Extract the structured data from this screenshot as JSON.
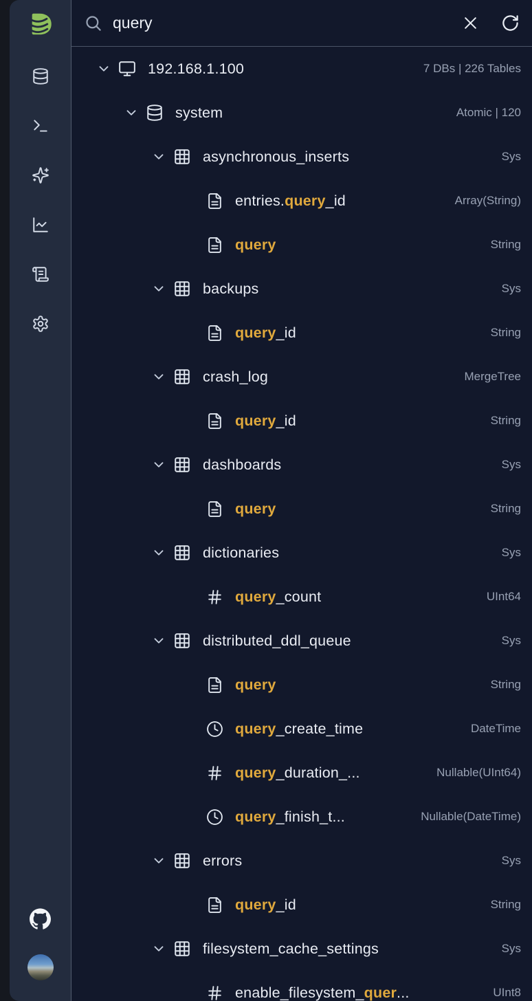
{
  "colors": {
    "content_bg": "#12182b",
    "sidebar_bg": "#232c3e",
    "divider": "#4a5366",
    "text": "#e9ecf3",
    "muted_text": "#98a1b3",
    "highlight": "#e0a93d",
    "logo_green": "#8fc15c"
  },
  "sidebar": {
    "logo": {
      "icon": "app-logo"
    },
    "items": [
      {
        "icon": "database",
        "name": "databases"
      },
      {
        "icon": "terminal",
        "name": "sql-console"
      },
      {
        "icon": "sparkles",
        "name": "ai-assistant"
      },
      {
        "icon": "line-chart",
        "name": "metrics"
      },
      {
        "icon": "scroll-text",
        "name": "logs"
      },
      {
        "icon": "settings",
        "name": "settings"
      }
    ],
    "footer": {
      "github_icon": "github",
      "avatar": "user-avatar"
    }
  },
  "search": {
    "value": "query",
    "search_icon": "search",
    "clear_icon": "x",
    "refresh_icon": "rotate-cw"
  },
  "tree": {
    "rows": [
      {
        "level": 0,
        "icon": "monitor",
        "chevron": true,
        "segments": [
          {
            "t": "192.168.1.100"
          }
        ],
        "meta": "7 DBs | 226 Tables"
      },
      {
        "level": 1,
        "icon": "database",
        "chevron": true,
        "segments": [
          {
            "t": "system"
          }
        ],
        "meta": "Atomic | 120"
      },
      {
        "level": 2,
        "icon": "table",
        "chevron": true,
        "segments": [
          {
            "t": "asynchronous_inserts"
          }
        ],
        "meta": "Sys"
      },
      {
        "level": 3,
        "icon": "file-text",
        "chevron": false,
        "segments": [
          {
            "t": "entries."
          },
          {
            "t": "query",
            "h": true
          },
          {
            "t": "_id"
          }
        ],
        "meta": "Array(String)"
      },
      {
        "level": 3,
        "icon": "file-text",
        "chevron": false,
        "segments": [
          {
            "t": "query",
            "h": true
          }
        ],
        "meta": "String"
      },
      {
        "level": 2,
        "icon": "table",
        "chevron": true,
        "segments": [
          {
            "t": "backups"
          }
        ],
        "meta": "Sys"
      },
      {
        "level": 3,
        "icon": "file-text",
        "chevron": false,
        "segments": [
          {
            "t": "query",
            "h": true
          },
          {
            "t": "_id"
          }
        ],
        "meta": "String"
      },
      {
        "level": 2,
        "icon": "table",
        "chevron": true,
        "segments": [
          {
            "t": "crash_log"
          }
        ],
        "meta": "MergeTree"
      },
      {
        "level": 3,
        "icon": "file-text",
        "chevron": false,
        "segments": [
          {
            "t": "query",
            "h": true
          },
          {
            "t": "_id"
          }
        ],
        "meta": "String"
      },
      {
        "level": 2,
        "icon": "table",
        "chevron": true,
        "segments": [
          {
            "t": "dashboards"
          }
        ],
        "meta": "Sys"
      },
      {
        "level": 3,
        "icon": "file-text",
        "chevron": false,
        "segments": [
          {
            "t": "query",
            "h": true
          }
        ],
        "meta": "String"
      },
      {
        "level": 2,
        "icon": "table",
        "chevron": true,
        "segments": [
          {
            "t": "dictionaries"
          }
        ],
        "meta": "Sys"
      },
      {
        "level": 3,
        "icon": "hash",
        "chevron": false,
        "segments": [
          {
            "t": "query",
            "h": true
          },
          {
            "t": "_count"
          }
        ],
        "meta": "UInt64"
      },
      {
        "level": 2,
        "icon": "table",
        "chevron": true,
        "segments": [
          {
            "t": "distributed_ddl_queue"
          }
        ],
        "meta": "Sys"
      },
      {
        "level": 3,
        "icon": "file-text",
        "chevron": false,
        "segments": [
          {
            "t": "query",
            "h": true
          }
        ],
        "meta": "String"
      },
      {
        "level": 3,
        "icon": "clock",
        "chevron": false,
        "segments": [
          {
            "t": "query",
            "h": true
          },
          {
            "t": "_create_time"
          }
        ],
        "meta": "DateTime"
      },
      {
        "level": 3,
        "icon": "hash",
        "chevron": false,
        "segments": [
          {
            "t": "query",
            "h": true
          },
          {
            "t": "_duration_..."
          }
        ],
        "meta": "Nullable(UInt64)"
      },
      {
        "level": 3,
        "icon": "clock",
        "chevron": false,
        "segments": [
          {
            "t": "query",
            "h": true
          },
          {
            "t": "_finish_t..."
          }
        ],
        "meta": "Nullable(DateTime)"
      },
      {
        "level": 2,
        "icon": "table",
        "chevron": true,
        "segments": [
          {
            "t": "errors"
          }
        ],
        "meta": "Sys"
      },
      {
        "level": 3,
        "icon": "file-text",
        "chevron": false,
        "segments": [
          {
            "t": "query",
            "h": true
          },
          {
            "t": "_id"
          }
        ],
        "meta": "String"
      },
      {
        "level": 2,
        "icon": "table",
        "chevron": true,
        "segments": [
          {
            "t": "filesystem_cache_settings"
          }
        ],
        "meta": "Sys"
      },
      {
        "level": 3,
        "icon": "hash",
        "chevron": false,
        "segments": [
          {
            "t": "enable_filesystem_"
          },
          {
            "t": "quer",
            "h": true
          },
          {
            "t": "..."
          }
        ],
        "meta": "UInt8"
      }
    ]
  }
}
